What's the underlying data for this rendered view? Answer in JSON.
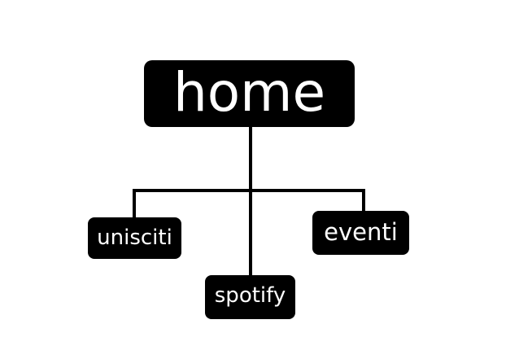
{
  "diagram": {
    "type": "tree",
    "colors": {
      "node_fill": "#000000",
      "node_text": "#ffffff",
      "connector": "#000000",
      "background": "#ffffff"
    },
    "root": {
      "label": "home"
    },
    "children": [
      {
        "label": "unisciti"
      },
      {
        "label": "spotify"
      },
      {
        "label": "eventi"
      }
    ]
  }
}
